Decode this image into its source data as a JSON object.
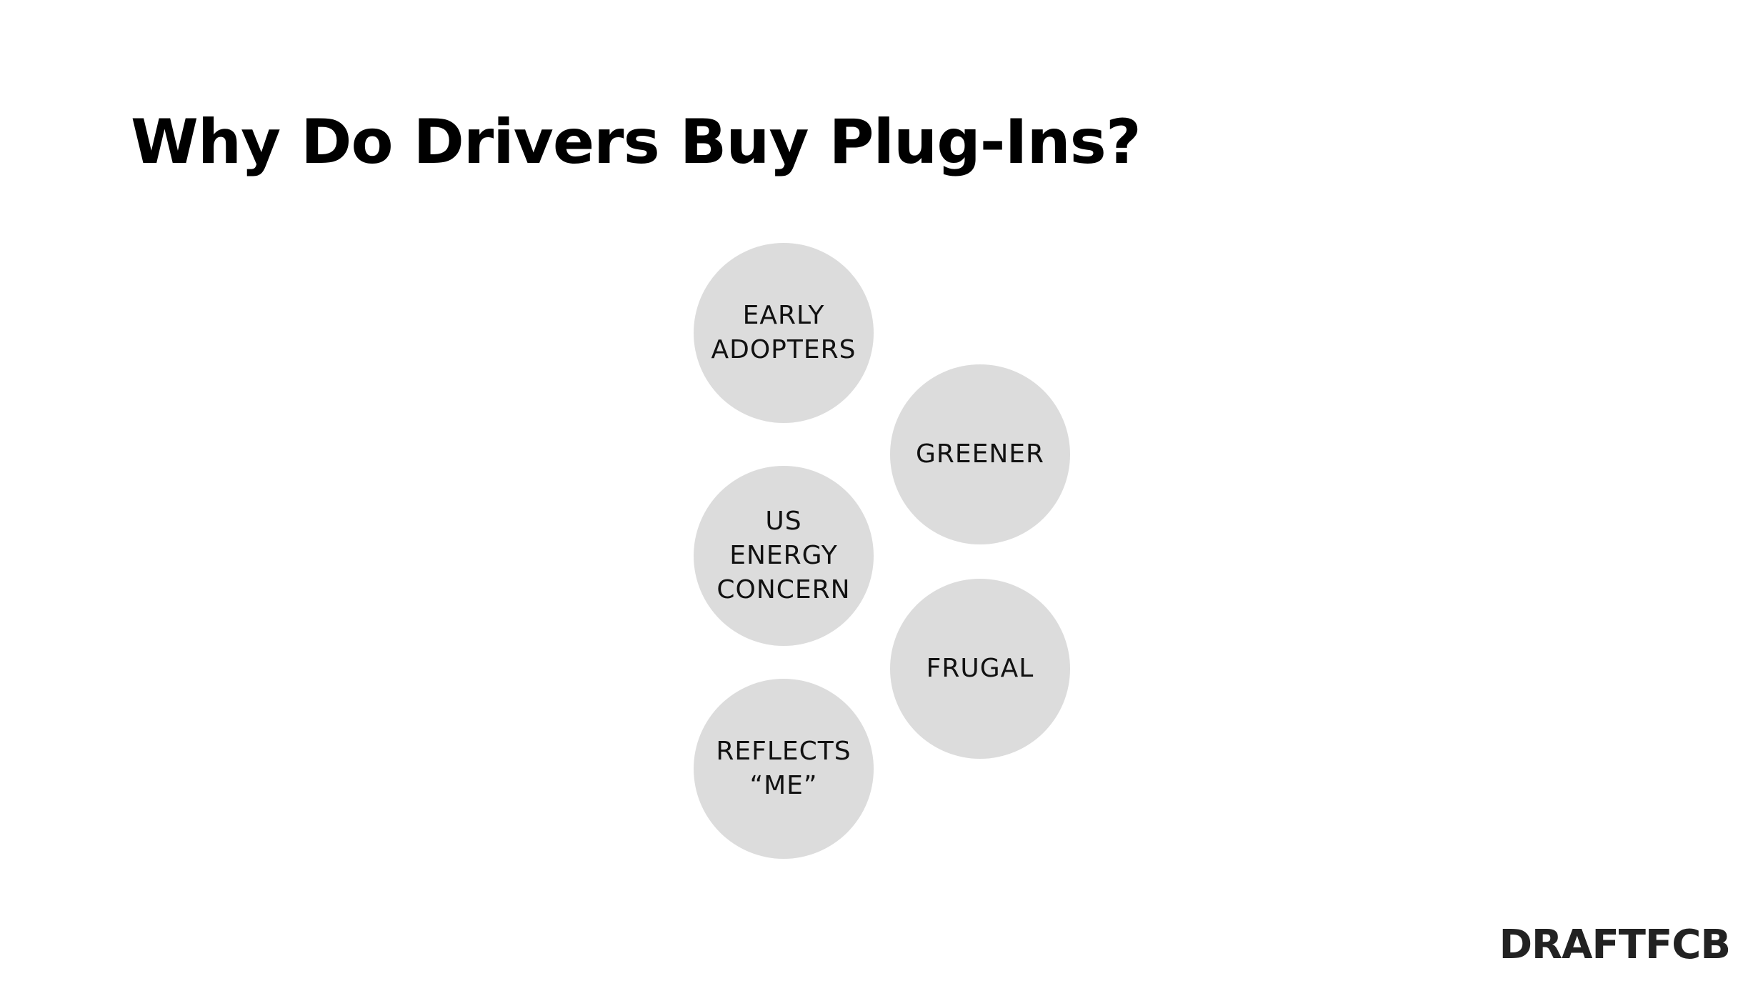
{
  "slide": {
    "title": "Why Do Drivers Buy Plug-Ins?",
    "bubbles": [
      {
        "lines": [
          "EARLY",
          "ADOPTERS"
        ]
      },
      {
        "lines": [
          "GREENER"
        ]
      },
      {
        "lines": [
          "US",
          "ENERGY",
          "CONCERN"
        ]
      },
      {
        "lines": [
          "FRUGAL"
        ]
      },
      {
        "lines": [
          "REFLECTS",
          "“ME”"
        ]
      }
    ],
    "logo": "DRAFTFCB"
  },
  "colors": {
    "bubble_fill": "#dcdcdc",
    "text": "#111111",
    "background": "#ffffff"
  }
}
